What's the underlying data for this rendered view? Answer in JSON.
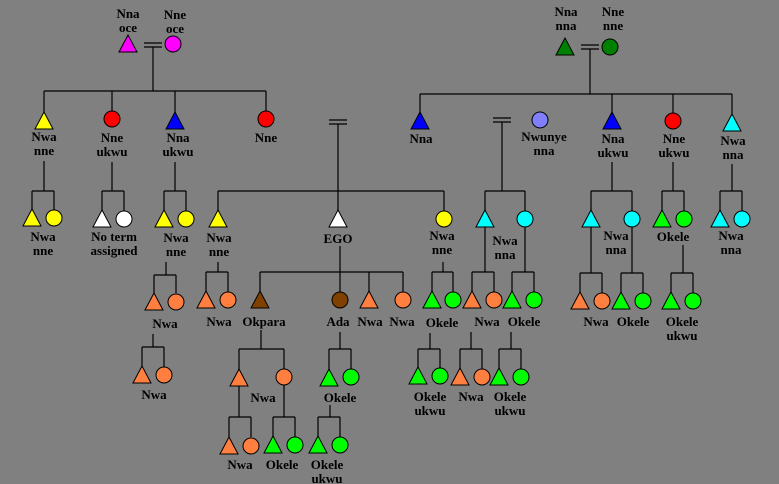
{
  "diagram": {
    "title": "Igbo kinship terminology",
    "colors": {
      "background": "#808080",
      "magenta": "#ff00ff",
      "darkgreen": "#008000",
      "yellow": "#ffff00",
      "red": "#ff0000",
      "blue": "#0000ff",
      "white": "#ffffff",
      "cyan": "#00ffff",
      "lavender": "#8080ff",
      "orange": "#ff7f40",
      "brown": "#804000",
      "green": "#00ff00"
    },
    "nodes": [
      {
        "id": "ff",
        "shape": "triangle",
        "color": "magenta",
        "label": [
          "Nna",
          "oce"
        ],
        "label_pos": "above"
      },
      {
        "id": "fm",
        "shape": "circle",
        "color": "magenta",
        "label": [
          "Nne",
          "oce"
        ],
        "label_pos": "above"
      },
      {
        "id": "mf",
        "shape": "triangle",
        "color": "darkgreen",
        "label": [
          "Nna",
          "nna"
        ],
        "label_pos": "above"
      },
      {
        "id": "mm",
        "shape": "circle",
        "color": "darkgreen",
        "label": [
          "Nne",
          "nne"
        ],
        "label_pos": "above"
      },
      {
        "id": "fb_e",
        "shape": "triangle",
        "color": "yellow",
        "label": [
          "Nwa",
          "nne"
        ]
      },
      {
        "id": "fz_e",
        "shape": "circle",
        "color": "red",
        "label": [
          "Nne",
          "ukwu"
        ]
      },
      {
        "id": "fb_y",
        "shape": "triangle",
        "color": "blue",
        "label": [
          "Nna",
          "ukwu"
        ]
      },
      {
        "id": "mo",
        "shape": "circle",
        "color": "red",
        "label": [
          "Nne"
        ]
      },
      {
        "id": "fa",
        "shape": "triangle",
        "color": "blue",
        "label": [
          "Nna"
        ]
      },
      {
        "id": "fbw",
        "shape": "circle",
        "color": "lavender",
        "label": [
          "Nwunye",
          "nna"
        ]
      },
      {
        "id": "fb2",
        "shape": "triangle",
        "color": "blue",
        "label": [
          "Nna",
          "ukwu"
        ]
      },
      {
        "id": "fz2",
        "shape": "circle",
        "color": "red",
        "label": [
          "Nne",
          "ukwu"
        ]
      },
      {
        "id": "fb3",
        "shape": "triangle",
        "color": "cyan",
        "label": [
          "Nwa",
          "nna"
        ]
      },
      {
        "id": "c1a",
        "shape": "triangle",
        "color": "yellow",
        "label": [
          "Nwa",
          "nne"
        ]
      },
      {
        "id": "c1b",
        "shape": "circle",
        "color": "yellow"
      },
      {
        "id": "c2a",
        "shape": "triangle",
        "color": "white",
        "label": [
          "No term",
          "assigned"
        ]
      },
      {
        "id": "c2b",
        "shape": "circle",
        "color": "white"
      },
      {
        "id": "c3a",
        "shape": "triangle",
        "color": "yellow",
        "label": [
          "Nwa",
          "nne"
        ]
      },
      {
        "id": "c3b",
        "shape": "circle",
        "color": "yellow"
      },
      {
        "id": "sb",
        "shape": "triangle",
        "color": "yellow",
        "label": [
          "Nwa",
          "nne"
        ]
      },
      {
        "id": "ego",
        "shape": "triangle",
        "color": "white",
        "label": [
          "EGO"
        ]
      },
      {
        "id": "sz",
        "shape": "circle",
        "color": "yellow",
        "label": [
          "Nwa",
          "nne"
        ]
      },
      {
        "id": "c4a",
        "shape": "triangle",
        "color": "cyan",
        "label": [
          "Nwa",
          "nna"
        ]
      },
      {
        "id": "c4b",
        "shape": "circle",
        "color": "cyan"
      },
      {
        "id": "c5a",
        "shape": "triangle",
        "color": "cyan",
        "label": [
          "Nwa",
          "nna"
        ]
      },
      {
        "id": "c5b",
        "shape": "circle",
        "color": "cyan"
      },
      {
        "id": "c6a",
        "shape": "triangle",
        "color": "green",
        "label": [
          "Okele"
        ]
      },
      {
        "id": "c6b",
        "shape": "circle",
        "color": "green"
      },
      {
        "id": "c7a",
        "shape": "triangle",
        "color": "cyan",
        "label": [
          "Nwa",
          "nna"
        ]
      },
      {
        "id": "c7b",
        "shape": "circle",
        "color": "cyan"
      },
      {
        "id": "g1a",
        "shape": "triangle",
        "color": "orange",
        "label": [
          "Nwa"
        ]
      },
      {
        "id": "g1b",
        "shape": "circle",
        "color": "orange"
      },
      {
        "id": "g2a",
        "shape": "triangle",
        "color": "orange",
        "label": [
          "Nwa"
        ]
      },
      {
        "id": "g2b",
        "shape": "circle",
        "color": "orange"
      },
      {
        "id": "okpara",
        "shape": "triangle",
        "color": "brown",
        "label": [
          "Okpara"
        ]
      },
      {
        "id": "ada",
        "shape": "circle",
        "color": "brown",
        "label": [
          "Ada"
        ]
      },
      {
        "id": "son2",
        "shape": "triangle",
        "color": "orange",
        "label": [
          "Nwa"
        ]
      },
      {
        "id": "dau2",
        "shape": "circle",
        "color": "orange",
        "label": [
          "Nwa"
        ]
      },
      {
        "id": "g3a",
        "shape": "triangle",
        "color": "green",
        "label": [
          "Okele"
        ]
      },
      {
        "id": "g3b",
        "shape": "circle",
        "color": "green"
      },
      {
        "id": "g4a",
        "shape": "triangle",
        "color": "orange",
        "label": [
          "Nwa"
        ]
      },
      {
        "id": "g4b",
        "shape": "circle",
        "color": "orange"
      },
      {
        "id": "g5a",
        "shape": "triangle",
        "color": "green",
        "label": [
          "Okele"
        ]
      },
      {
        "id": "g5b",
        "shape": "circle",
        "color": "green"
      },
      {
        "id": "g6a",
        "shape": "triangle",
        "color": "orange",
        "label": [
          "Nwa"
        ]
      },
      {
        "id": "g6b",
        "shape": "circle",
        "color": "orange"
      },
      {
        "id": "g7a",
        "shape": "triangle",
        "color": "green",
        "label": [
          "Okele"
        ]
      },
      {
        "id": "g7b",
        "shape": "circle",
        "color": "green"
      },
      {
        "id": "g8a",
        "shape": "triangle",
        "color": "green",
        "label": [
          "Okele",
          "ukwu"
        ]
      },
      {
        "id": "g8b",
        "shape": "circle",
        "color": "green"
      },
      {
        "id": "h1a",
        "shape": "triangle",
        "color": "orange",
        "label": [
          "Nwa"
        ]
      },
      {
        "id": "h1b",
        "shape": "circle",
        "color": "orange"
      },
      {
        "id": "h2a",
        "shape": "triangle",
        "color": "orange"
      },
      {
        "id": "h2b",
        "shape": "circle",
        "color": "orange",
        "label": [
          "Nwa"
        ]
      },
      {
        "id": "h3a",
        "shape": "triangle",
        "color": "green",
        "label": [
          "Okele"
        ]
      },
      {
        "id": "h3b",
        "shape": "circle",
        "color": "green"
      },
      {
        "id": "h4a",
        "shape": "triangle",
        "color": "green",
        "label": [
          "Okele",
          "ukwu"
        ]
      },
      {
        "id": "h4b",
        "shape": "circle",
        "color": "green"
      },
      {
        "id": "h5a",
        "shape": "triangle",
        "color": "orange",
        "label": [
          "Nwa"
        ]
      },
      {
        "id": "h5b",
        "shape": "circle",
        "color": "orange"
      },
      {
        "id": "h6a",
        "shape": "triangle",
        "color": "green",
        "label": [
          "Okele",
          "ukwu"
        ]
      },
      {
        "id": "h6b",
        "shape": "circle",
        "color": "green"
      },
      {
        "id": "i1a",
        "shape": "triangle",
        "color": "orange",
        "label": [
          "Nwa"
        ]
      },
      {
        "id": "i1b",
        "shape": "circle",
        "color": "orange"
      },
      {
        "id": "i2a",
        "shape": "triangle",
        "color": "green",
        "label": [
          "Okele"
        ]
      },
      {
        "id": "i2b",
        "shape": "circle",
        "color": "green"
      },
      {
        "id": "i3a",
        "shape": "triangle",
        "color": "green",
        "label": [
          "Okele",
          "ukwu"
        ]
      },
      {
        "id": "i3b",
        "shape": "circle",
        "color": "green"
      }
    ]
  }
}
